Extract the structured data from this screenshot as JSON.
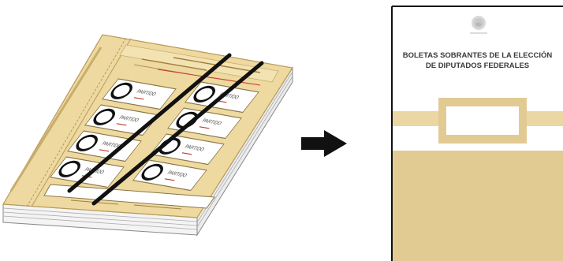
{
  "diagram": {
    "ballot_pad": {
      "party_label": "PARTIDO",
      "crossed_out": true
    },
    "arrow": {
      "icon": "arrow-right-icon",
      "direction": "right"
    },
    "envelope": {
      "title_line1": "BOLETAS SOBRANTES DE LA ELECCIÓN",
      "title_line2": "DE DIPUTADOS FEDERALES",
      "seal_icon": "national-seal-icon"
    },
    "colors": {
      "ballot_tan": "#eed9a0",
      "ballot_edge": "#b89a58",
      "envelope_tan": "#e2cb93",
      "envelope_band": "#ead7a3",
      "ink_black": "#111111"
    }
  }
}
